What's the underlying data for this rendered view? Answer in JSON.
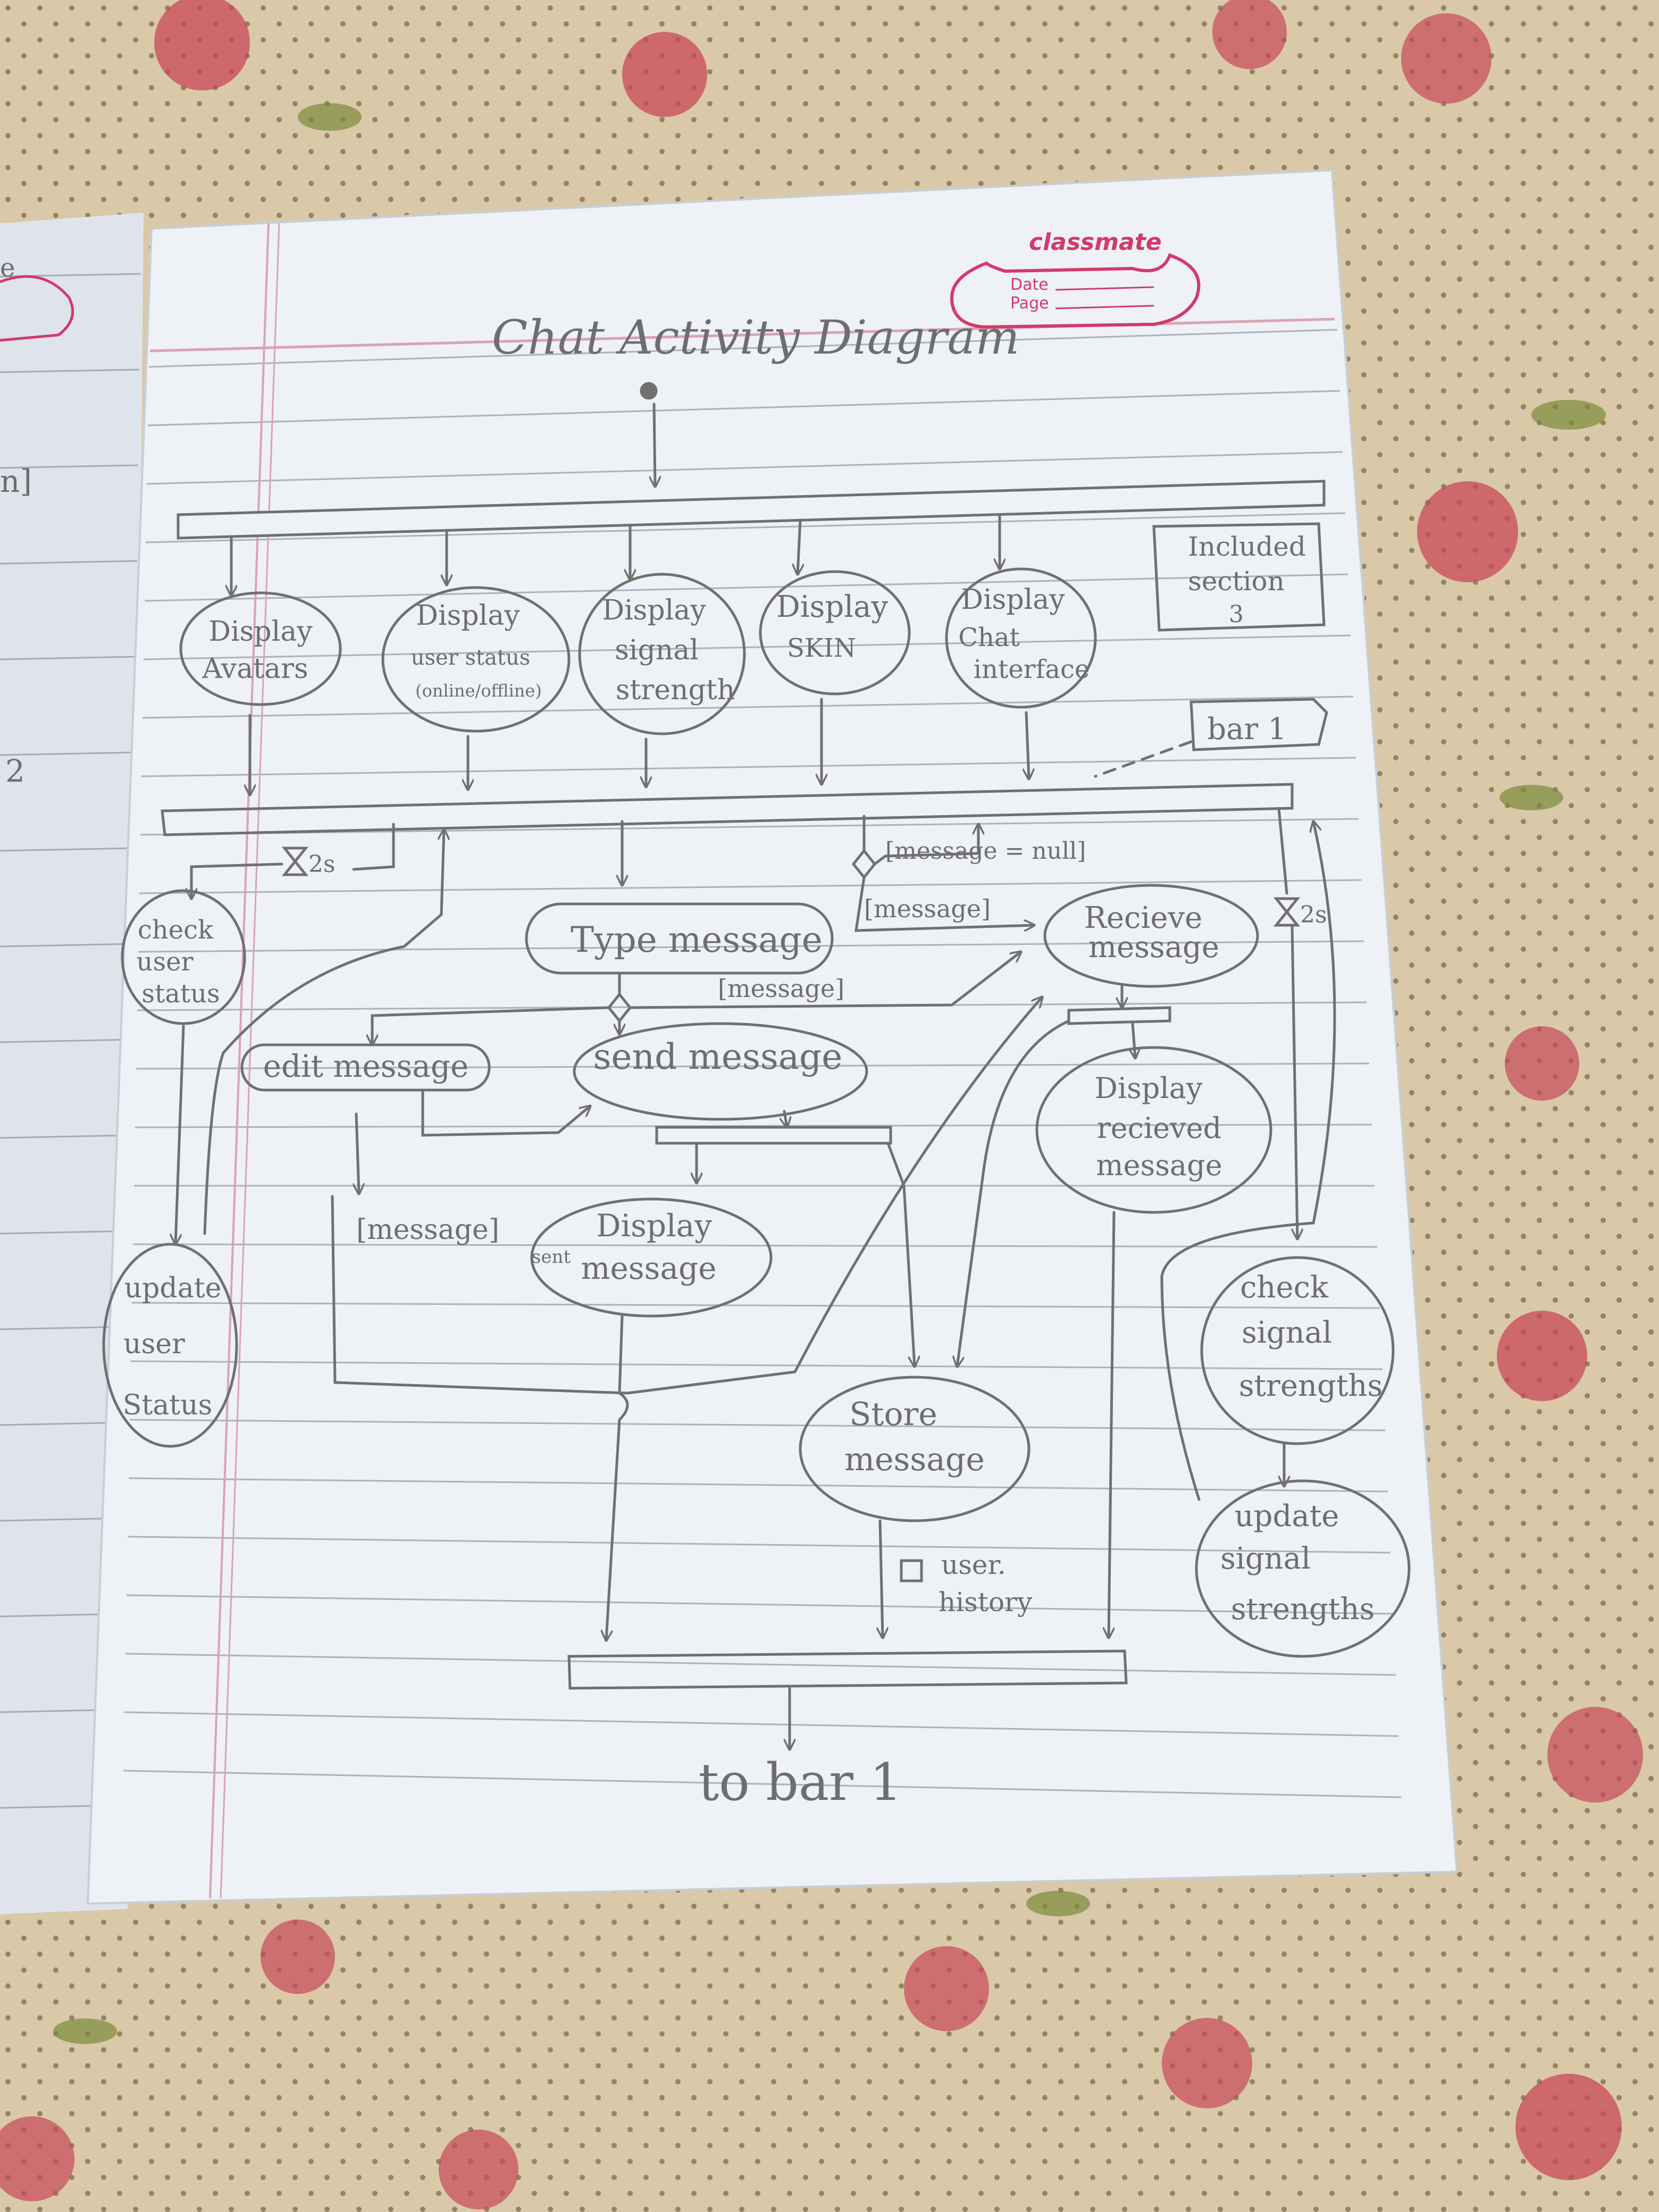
{
  "notebook": {
    "brand": "classmate",
    "date_label": "Date",
    "page_label": "Page",
    "left_page_fragments": [
      "e",
      "n]",
      "2"
    ]
  },
  "diagram": {
    "title": "Chat Activity Diagram",
    "nodes": {
      "display_avatars": [
        "Display",
        "Avatars"
      ],
      "display_user_status": [
        "Display",
        "user status",
        "(online/offline)"
      ],
      "display_signal_strength": [
        "Display",
        "signal",
        "strength"
      ],
      "display_skin": [
        "Display",
        "SKIN"
      ],
      "display_chat_interface": [
        "Display",
        "Chat",
        "interface"
      ],
      "included_section": [
        "Included",
        "section",
        "3"
      ],
      "bar1_note": "bar 1",
      "check_user_status": [
        "check",
        "user",
        "status"
      ],
      "type_message": "Type message",
      "recieve_message": [
        "Recieve",
        "message"
      ],
      "edit_message": "edit message",
      "send_message": "send message",
      "display_recieved_message": [
        "Display",
        "recieved",
        "message"
      ],
      "display_sent_message": [
        "Display",
        "message"
      ],
      "sent_annot": "sent",
      "update_user_status": [
        "update",
        "user",
        "Status"
      ],
      "store_message": [
        "Store",
        "message"
      ],
      "check_signal_strengths": [
        "check",
        "signal",
        "strengths"
      ],
      "update_signal_strengths": [
        "update",
        "signal",
        "strengths"
      ],
      "user_history": [
        "user.",
        "history"
      ],
      "to_bar1": "to bar 1"
    },
    "guards": {
      "message_null": "[message = null]",
      "message_a": "[message]",
      "message_b": "[message]",
      "message_c": "[message]"
    },
    "timers": {
      "left": "2s",
      "right": "2s"
    }
  },
  "colors": {
    "paper": "#eef1f5",
    "pencil": "#707070",
    "rule_line": "#8e98a8",
    "margin_line": "#d9a3b4",
    "brand_pink": "#d23a6a",
    "cloth": "#d9c9a8"
  }
}
